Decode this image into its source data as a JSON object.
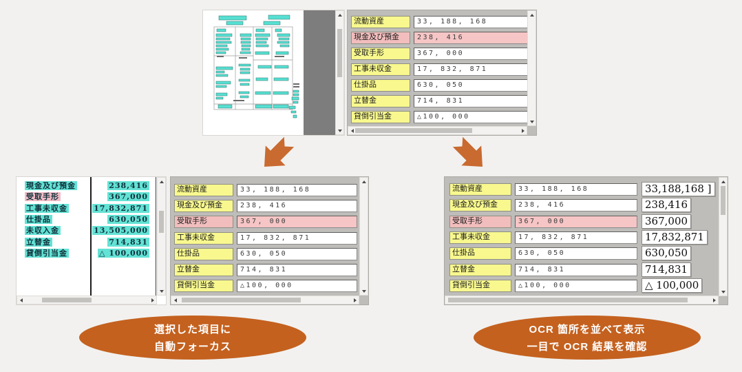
{
  "top_form": {
    "rows": [
      {
        "label": "流動資産",
        "value": "33, 188, 168",
        "selected": false
      },
      {
        "label": "現金及び預金",
        "value": "238, 416",
        "selected": true
      },
      {
        "label": "受取手形",
        "value": "367, 000",
        "selected": false
      },
      {
        "label": "工事未収金",
        "value": "17, 832, 871",
        "selected": false
      },
      {
        "label": "仕掛品",
        "value": "630, 050",
        "selected": false
      },
      {
        "label": "立替金",
        "value": "714, 831",
        "selected": false
      },
      {
        "label": "貸倒引当金",
        "value": "△100, 000",
        "selected": false
      }
    ]
  },
  "doc_view": {
    "rows": [
      {
        "label": "現金及び預金",
        "value": "238,416",
        "selected": false
      },
      {
        "label": "受取手形",
        "value": "367,000",
        "selected": true
      },
      {
        "label": "工事未収金",
        "value": "17,832,871",
        "selected": false
      },
      {
        "label": "仕掛品",
        "value": "630,050",
        "selected": false
      },
      {
        "label": "未収入金",
        "value": "13,505,000",
        "selected": false
      },
      {
        "label": "立替金",
        "value": "714,831",
        "selected": false
      },
      {
        "label": "貸倒引当金",
        "value": "△ 100,000",
        "selected": false
      }
    ]
  },
  "bottom_form": {
    "rows": [
      {
        "label": "流動資産",
        "value": "33, 188, 168",
        "selected": false
      },
      {
        "label": "現金及び預金",
        "value": "238, 416",
        "selected": false
      },
      {
        "label": "受取手形",
        "value": "367, 000",
        "selected": true
      },
      {
        "label": "工事未収金",
        "value": "17, 832, 871",
        "selected": false
      },
      {
        "label": "仕掛品",
        "value": "630, 050",
        "selected": false
      },
      {
        "label": "立替金",
        "value": "714, 831",
        "selected": false
      },
      {
        "label": "貸倒引当金",
        "value": "△100, 000",
        "selected": false
      }
    ]
  },
  "compare_panel": {
    "rows": [
      {
        "label": "流動資産",
        "value": "33, 188, 168",
        "ocr": "33,188,168 ]",
        "selected": false
      },
      {
        "label": "現金及び預金",
        "value": "238, 416",
        "ocr": "238,416",
        "selected": false
      },
      {
        "label": "受取手形",
        "value": "367, 000",
        "ocr": "367,000",
        "selected": true
      },
      {
        "label": "工事未収金",
        "value": "17, 832, 871",
        "ocr": "17,832,871",
        "selected": false
      },
      {
        "label": "仕掛品",
        "value": "630, 050",
        "ocr": "630,050",
        "selected": false
      },
      {
        "label": "立替金",
        "value": "714, 831",
        "ocr": "714,831",
        "selected": false
      },
      {
        "label": "貸倒引当金",
        "value": "△100, 000",
        "ocr": "△ 100,000",
        "selected": false
      }
    ]
  },
  "badges": {
    "left": {
      "line1": "選択した項目に",
      "line2": "自動フォーカス"
    },
    "right": {
      "line1": "OCR 箇所を並べて表示",
      "line2": "一目で OCR 結果を確認"
    }
  },
  "colors": {
    "badge_orange": "#C4611F",
    "arrow_orange": "#C96A30",
    "highlight_teal": "#63E2D5",
    "selected_pink": "#F2BDBD",
    "label_yellow": "#F8F88E",
    "form_gray": "#BEBDBA"
  }
}
